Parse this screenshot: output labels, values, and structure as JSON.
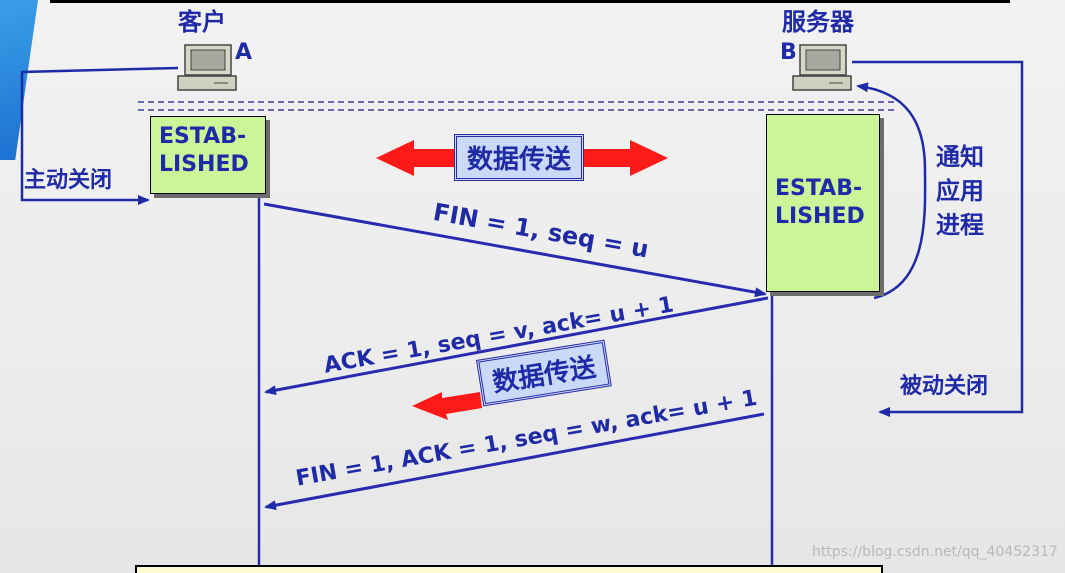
{
  "nodes": {
    "client_name": "客户",
    "client_letter": "A",
    "server_name": "服务器",
    "server_letter": "B"
  },
  "states": {
    "client_state": "ESTAB-\nLISHED",
    "server_state": "ESTAB-\nLISHED"
  },
  "side_labels": {
    "active_close": "主动关闭",
    "passive_close": "被动关闭",
    "notify_app": "通知\n应用\n进程"
  },
  "transfer_labels": {
    "data_transfer_top": "数据传送",
    "data_transfer_mid": "数据传送"
  },
  "segments": {
    "msg1": "FIN = 1, seq = u",
    "msg2": "ACK = 1, seq = v, ack= u + 1",
    "msg3": "FIN = 1, ACK = 1, seq = w, ack= u + 1"
  },
  "watermark": "https://blog.csdn.net/qq_40452317",
  "colors": {
    "accent_blue": "#1f2aa6",
    "state_green": "#ccf59a",
    "arrow_red": "#ff1a1a",
    "data_box_fill": "#c9d9f7"
  }
}
